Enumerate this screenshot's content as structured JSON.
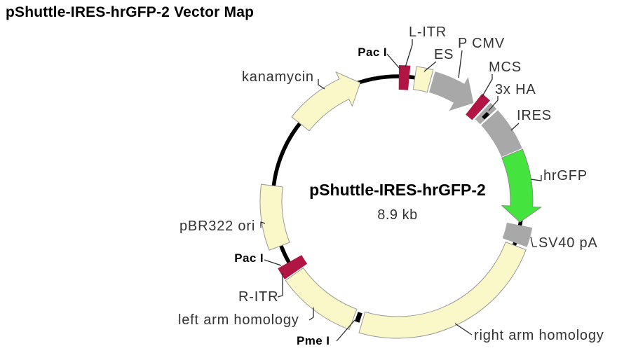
{
  "page_title": "pShuttle-IRES-hrGFP-2 Vector Map",
  "plasmid": {
    "name": "pShuttle-IRES-hrGFP-2",
    "size_label": "8.9 kb"
  },
  "labels": {
    "pac_i_top": "Pac I",
    "l_itr": "L-ITR",
    "es": "ES",
    "p_cmv": "P CMV",
    "mcs": "MCS",
    "ha_3x": "3x HA",
    "ires": "IRES",
    "hrgfp": "hrGFP",
    "sv40_pa": "SV40 pA",
    "right_arm_homology": "right arm homology",
    "pme_i": "Pme I",
    "left_arm_homology": "left arm homology",
    "r_itr": "R-ITR",
    "pac_i_lower": "Pac I",
    "pbr322_ori": "pBR322 ori",
    "kanamycin": "kanamycin"
  },
  "colors": {
    "backbone_black": "#000000",
    "restriction_site_red": "#B01543",
    "gene_pale_yellow": "#FAF8C9",
    "segment_gray": "#A8A8A8",
    "gfp_green": "#44E33E",
    "arc_outline_gray": "#999999",
    "leader_line": "#2b2b2b"
  }
}
